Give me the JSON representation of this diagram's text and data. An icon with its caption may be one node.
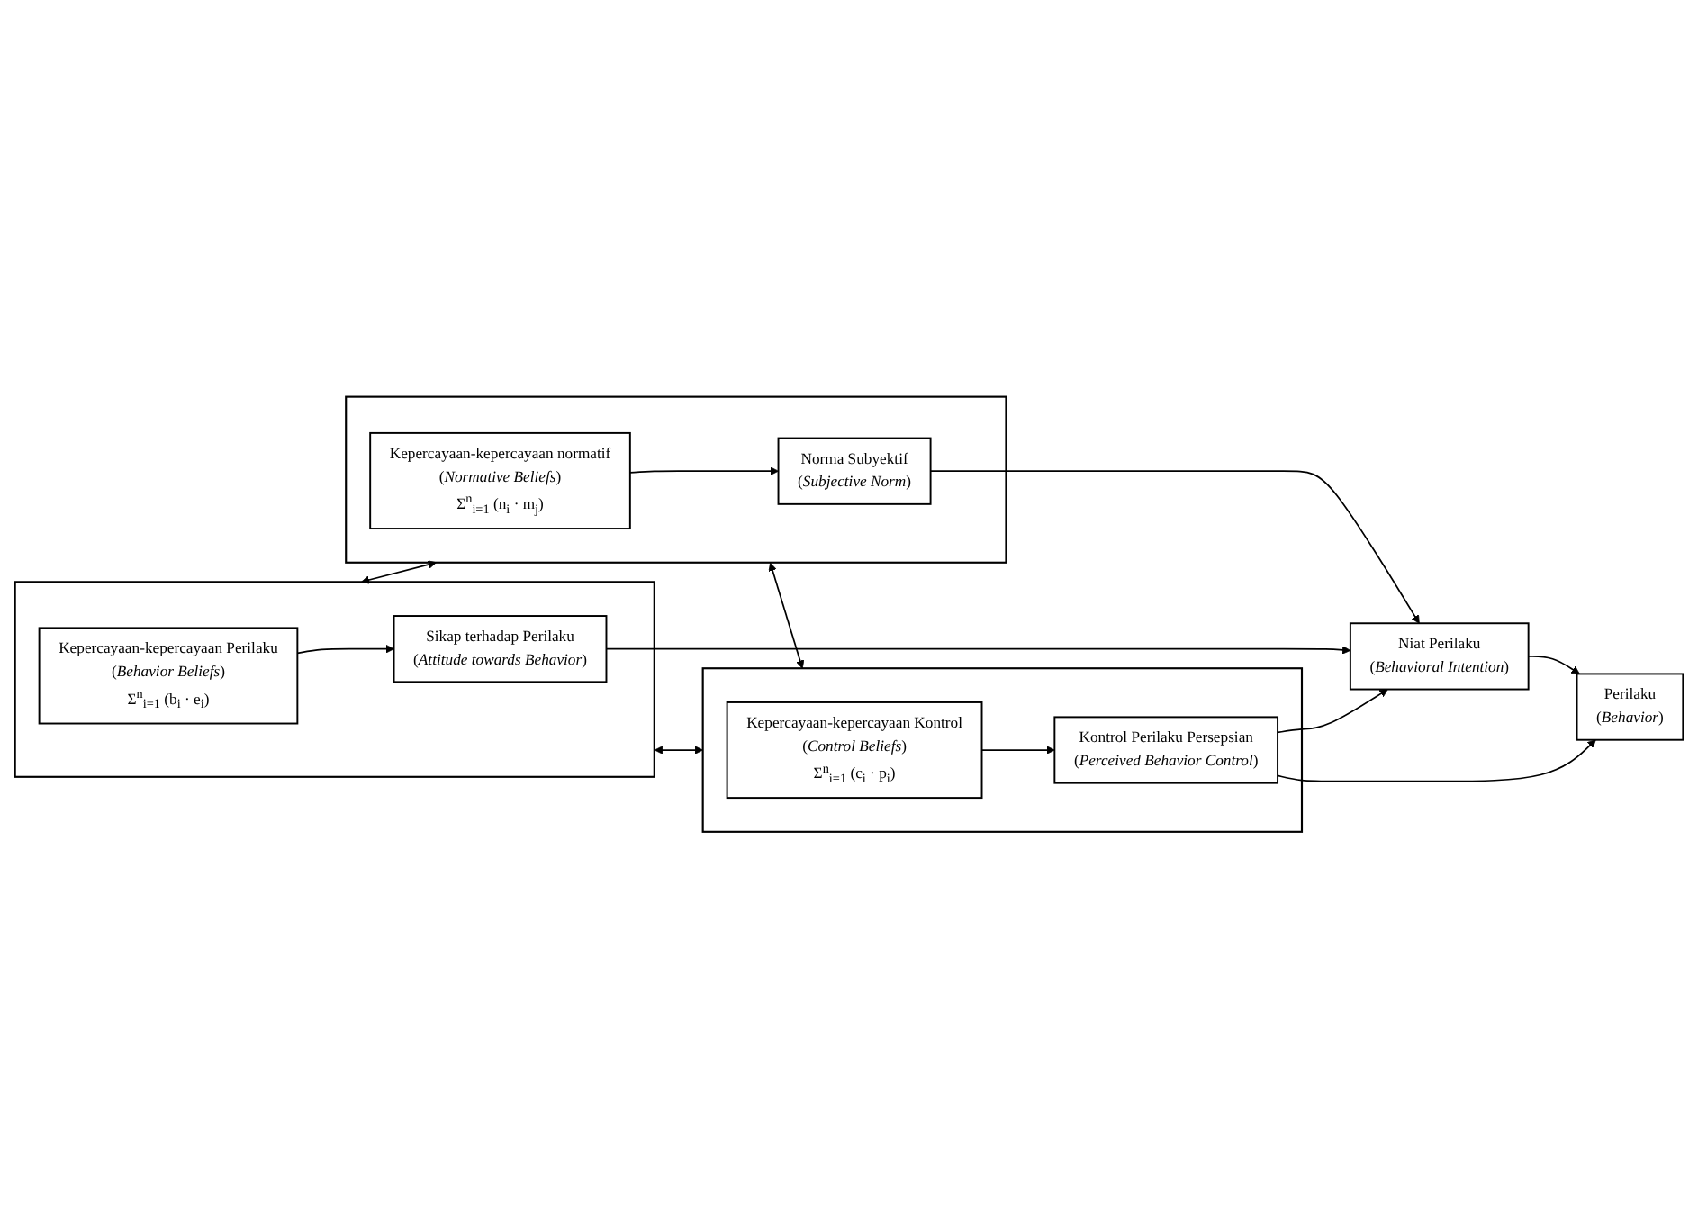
{
  "diagram": {
    "nodes": [
      {
        "text": [],
        "shape": "box"
      },
      {
        "text": [
          "Kepercayaan-kepercayaan Perilaku (*Behavior Beliefs*)",
          "Σ$^{n}$$_{i=1}$ (b$_{i}$ · e$_{i}$)"
        ],
        "in": 0
      },
      {
        "text": [
          "Sikap terhadap Perilaku (*Attitude towards Behavior*)"
        ],
        "in": 0
      },
      {
        "text": [],
        "shape": "box"
      },
      {
        "text": [
          "Kepercayaan-kepercayaan normatif (*Normative Beliefs*)",
          "Σ$^{n}$$_{i=1}$ (n$_{i}$ · m$_{j}$)"
        ],
        "in": 3
      },
      {
        "text": [
          "Norma Subyektif (*Subjective Norm*)"
        ],
        "in": 3
      },
      {
        "text": [],
        "shape": "box"
      },
      {
        "text": [
          "Kepercayaan-kepercayaan Kontrol (*Control Beliefs*)",
          "Σ$^{n}$$_{i=1}$ (c$_{i}$ · p$_{i}$)"
        ],
        "in": 6
      },
      {
        "text": [
          "Kontrol Perilaku Persepsian (*Perceived Behavior Control*)"
        ],
        "in": 6
      },
      {
        "text": [
          "Niat Perilaku (*Behavioral Intention*)"
        ]
      },
      {
        "text": [
          "Perilaku (*Behavior*)"
        ]
      }
    ],
    "edges": [
      {
        "from": 0,
        "to": 3,
        "arrow": "both"
      },
      {
        "from": 0,
        "to": 6,
        "arrow": "both"
      },
      {
        "from": 3,
        "to": 6,
        "arrow": "both"
      },
      {
        "from": 1,
        "to": 2,
        "arrow": "to"
      },
      {
        "from": 4,
        "to": 5,
        "arrow": "to"
      },
      {
        "from": 7,
        "to": 8,
        "arrow": "to"
      },
      {
        "from": 2,
        "to": 9,
        "arrow": "to"
      },
      {
        "from": 5,
        "to": 9,
        "arrow": "to"
      },
      {
        "from": 8,
        "to": 9,
        "arrow": "to"
      },
      {
        "from": 9,
        "to": 10,
        "arrow": "to"
      },
      {
        "from": 8,
        "to": 10,
        "arrow": "to"
      }
    ]
  }
}
